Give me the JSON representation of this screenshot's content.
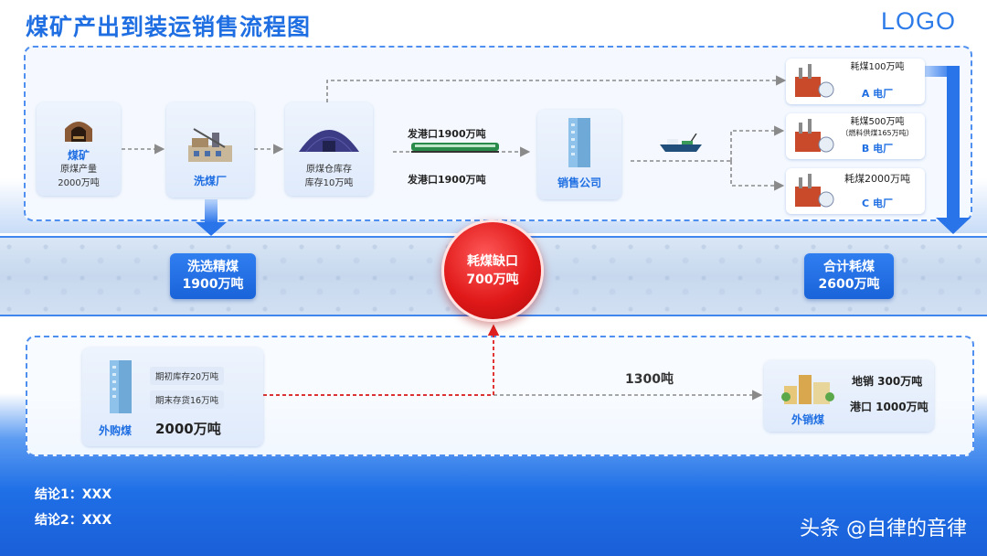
{
  "title": "煤矿产出到装运销售流程图",
  "logo": "LOGO",
  "nodes": {
    "mine": {
      "name": "煤矿",
      "line1": "原煤产量",
      "line2": "2000万吨"
    },
    "wash": {
      "name": "洗煤厂"
    },
    "warehouse": {
      "line1": "原煤仓库存",
      "line2": "库存10万吨"
    },
    "rail": {
      "top": "发港口1900万吨",
      "bottom": "发港口1900万吨"
    },
    "sales": {
      "name": "销售公司"
    },
    "plants": [
      {
        "info": "耗煤100万吨",
        "info2": "",
        "name": "A 电厂"
      },
      {
        "info": "耗煤500万吨",
        "info2": "（燃料供煤165万吨）",
        "name": "B 电厂"
      },
      {
        "info": "耗煤2000万吨",
        "info2": "",
        "name": "C 电厂"
      }
    ],
    "washed": {
      "line1": "洗选精煤",
      "line2": "1900万吨"
    },
    "gap": {
      "line1": "耗煤缺口",
      "line2": "700万吨"
    },
    "total": {
      "line1": "合计耗煤",
      "line2": "2600万吨"
    },
    "purchase": {
      "name": "外购煤",
      "tag1": "期初库存20万吨",
      "tag2": "期末存货16万吨",
      "amount": "2000万吨"
    },
    "flow_label": "1300吨",
    "export": {
      "name": "外销煤",
      "line1": "地销 300万吨",
      "line2": "港口 1000万吨"
    }
  },
  "conclusions": [
    "结论1：XXX",
    "结论2：XXX"
  ],
  "watermark": "头条 @自律的音律",
  "colors": {
    "accent": "#1f6fe3",
    "gap_red": "#e01818",
    "dashed_gray": "#8a8a8a",
    "dashed_red": "#e02020"
  }
}
